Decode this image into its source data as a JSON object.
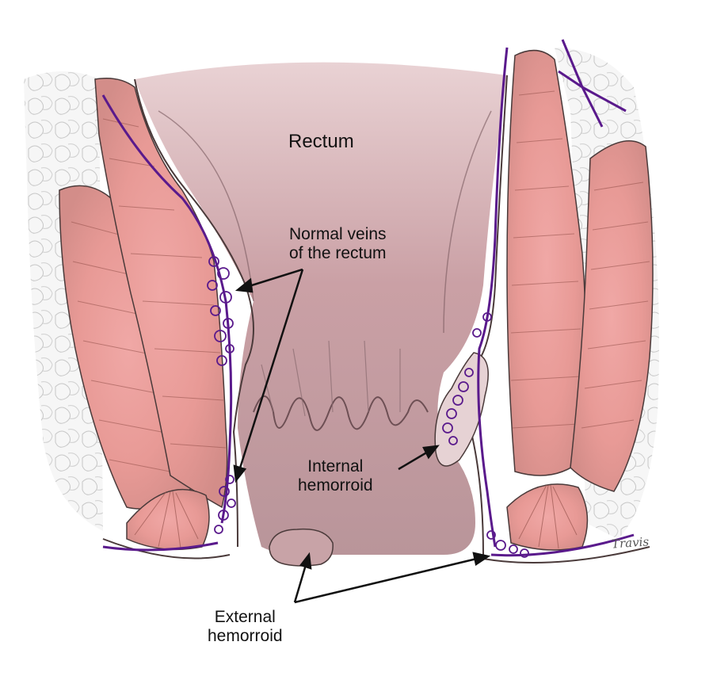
{
  "labels": {
    "rectum": "Rectum",
    "normal_veins": [
      "Normal veins",
      "of the rectum"
    ],
    "internal_hemorroid": [
      "Internal",
      "hemorroid"
    ],
    "external_hemorroid": [
      "External",
      "hemorroid"
    ]
  },
  "signature": "Travis",
  "colors": {
    "muscle": "#e9a39d",
    "muscle_dark": "#d98a85",
    "mucosa": "#caa3a6",
    "veins": "#5a1a8c",
    "background_fat": "#eeeeee",
    "outline": "#4a3a3a"
  }
}
